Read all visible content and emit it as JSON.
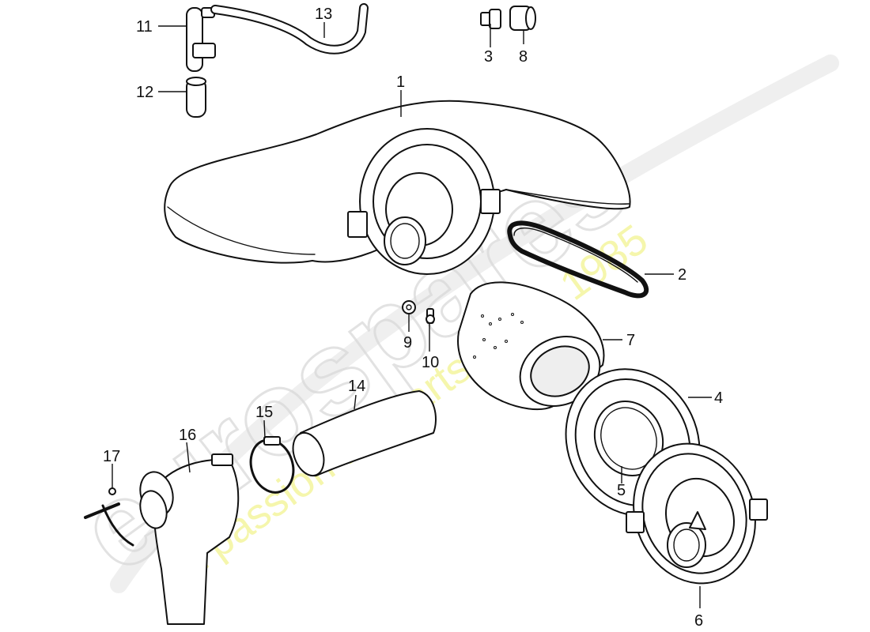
{
  "watermark": {
    "brand": "eurospares",
    "tagline": "a passion for parts since 1985"
  },
  "callouts": [
    {
      "id": "1",
      "label": "1"
    },
    {
      "id": "2",
      "label": "2"
    },
    {
      "id": "3",
      "label": "3"
    },
    {
      "id": "4",
      "label": "4"
    },
    {
      "id": "5",
      "label": "5"
    },
    {
      "id": "6",
      "label": "6"
    },
    {
      "id": "7",
      "label": "7"
    },
    {
      "id": "8",
      "label": "8"
    },
    {
      "id": "9",
      "label": "9"
    },
    {
      "id": "10",
      "label": "10"
    },
    {
      "id": "11",
      "label": "11"
    },
    {
      "id": "12",
      "label": "12"
    },
    {
      "id": "13",
      "label": "13"
    },
    {
      "id": "14",
      "label": "14"
    },
    {
      "id": "15",
      "label": "15"
    },
    {
      "id": "16",
      "label": "16"
    },
    {
      "id": "17",
      "label": "17"
    }
  ]
}
